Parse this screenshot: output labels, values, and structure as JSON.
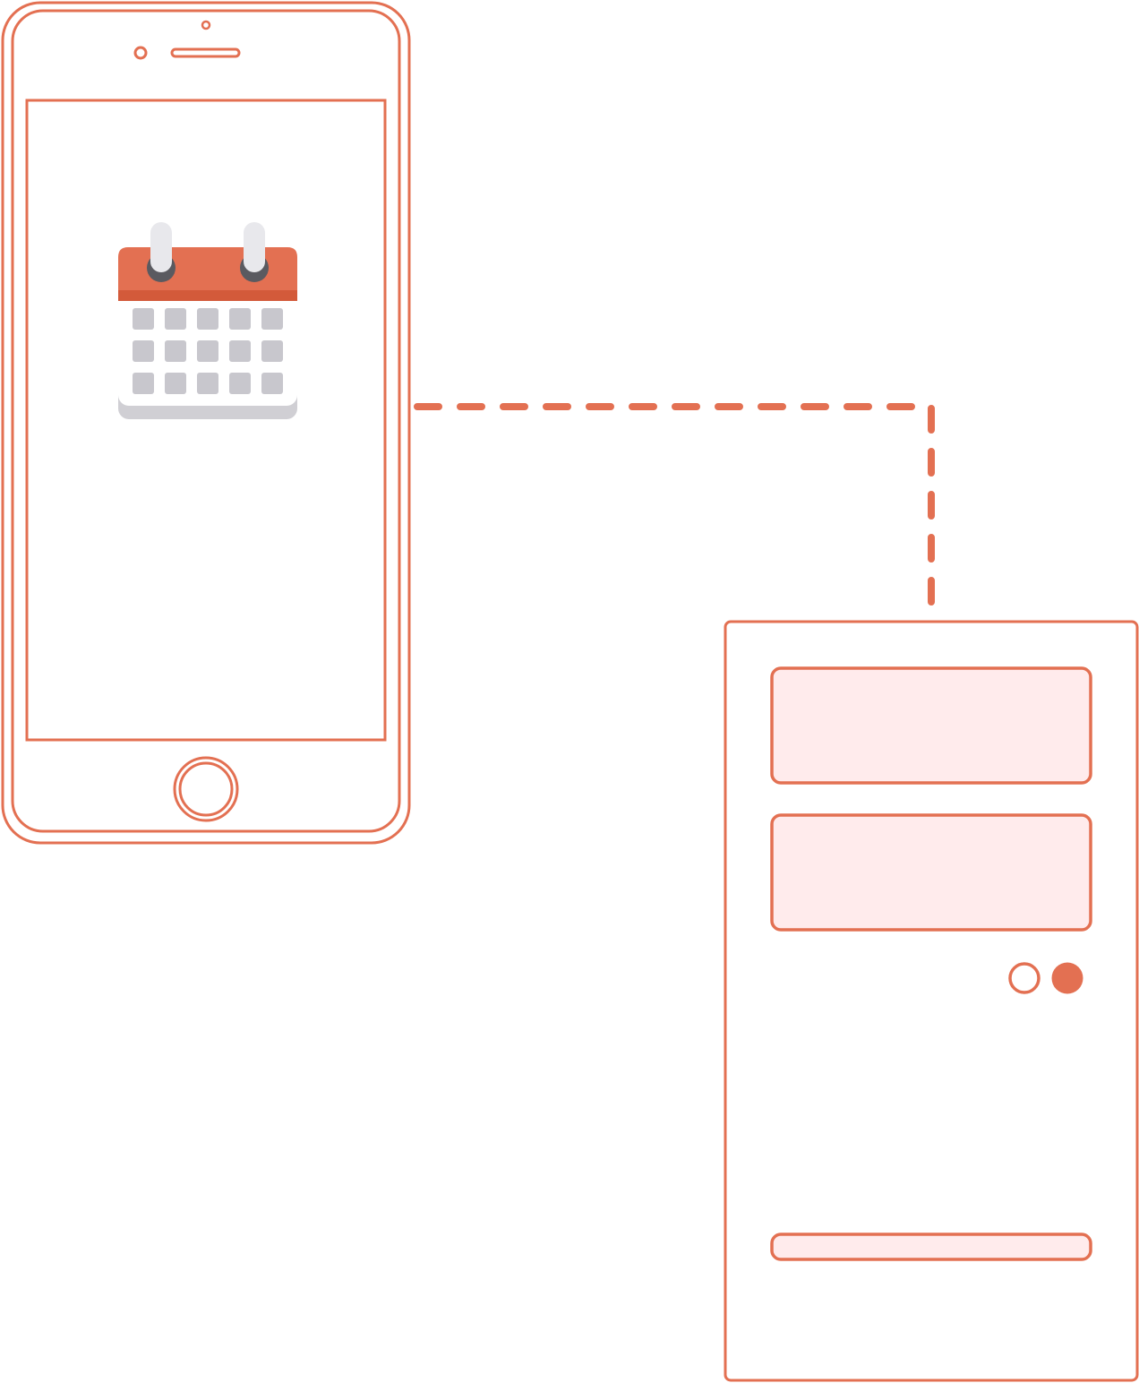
{
  "colors": {
    "accent": "#E37052",
    "accent_dark": "#D35A3A",
    "panel_fill": "#FFEBEC",
    "white": "#FFFFFF",
    "grid_cell": "#C8C7CD",
    "ring_outer": "#E8E8EC",
    "ring_inner": "#5A5A60",
    "calendar_base": "#D0CFD4"
  },
  "icons": {
    "phone": "smartphone-icon",
    "calendar": "calendar-icon",
    "server": "server-tower-icon"
  },
  "calendar": {
    "rows": 3,
    "columns": 5
  },
  "server": {
    "indicators": [
      "off",
      "on"
    ]
  }
}
